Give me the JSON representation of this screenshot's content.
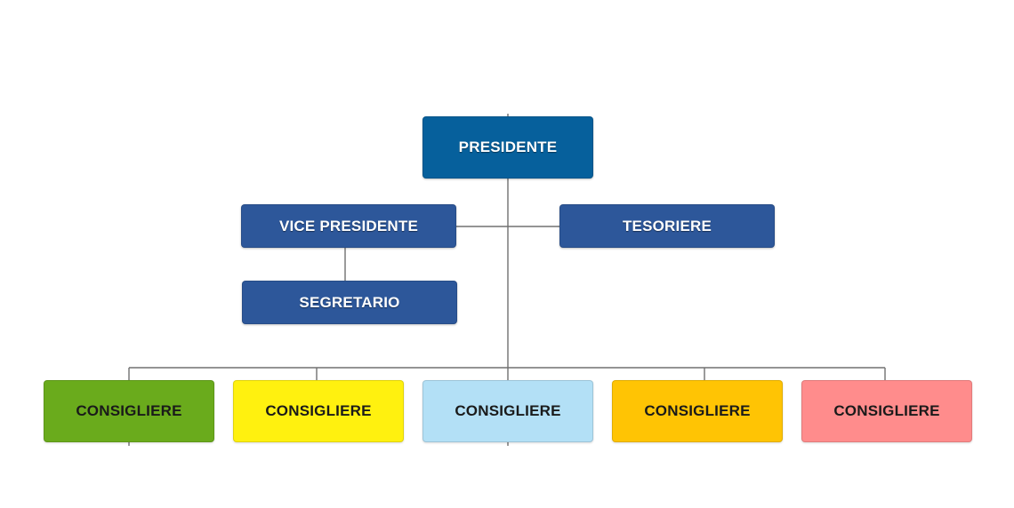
{
  "colors": {
    "president": "#06609c",
    "officer": "#2d579a",
    "connector": "#707070",
    "council_1": "#6aab1c",
    "council_2": "#fff10f",
    "council_3": "#b3e0f6",
    "council_4": "#ffc404",
    "council_5": "#ff8c8c"
  },
  "nodes": {
    "president": "PRESIDENTE",
    "vice_president": "VICE PRESIDENTE",
    "treasurer": "TESORIERE",
    "secretary": "SEGRETARIO",
    "councillors": [
      "CONSIGLIERE",
      "CONSIGLIERE",
      "CONSIGLIERE",
      "CONSIGLIERE",
      "CONSIGLIERE"
    ]
  }
}
